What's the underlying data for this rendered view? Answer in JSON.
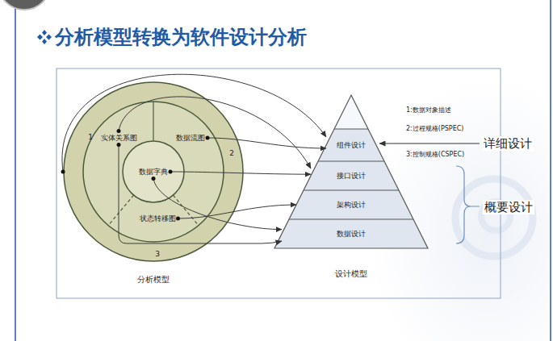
{
  "diagram": {
    "title": "分析模型转换为软件设计分析",
    "nodes": [
      {
        "text": [
          "分析模型"
        ]
      },
      {
        "text": [
          "实体关系图"
        ],
        "in": 0
      },
      {
        "text": [
          "数据流图"
        ],
        "in": 0
      },
      {
        "text": [
          "状态转移图"
        ],
        "in": 0
      },
      {
        "text": [
          "数据字典"
        ],
        "in": 0
      },
      {
        "text": [
          "设计模型"
        ]
      },
      {
        "text": [
          "组件设计"
        ],
        "in": 5
      },
      {
        "text": [
          "接口设计"
        ],
        "in": 5
      },
      {
        "text": [
          "架构设计"
        ],
        "in": 5
      },
      {
        "text": [
          "数据设计"
        ],
        "in": 5
      }
    ],
    "edges": [
      {
        "from": 2,
        "to": 6,
        "arrow": "to"
      },
      {
        "from": 4,
        "to": 7,
        "arrow": "to"
      },
      {
        "from": 3,
        "to": 8,
        "arrow": "to"
      },
      {
        "from": 4,
        "to": 9,
        "arrow": "to"
      },
      {
        "from": 1,
        "to": 9,
        "arrow": "to"
      },
      {
        "from": 0,
        "to": 6,
        "arrow": "to"
      },
      {
        "from": 1,
        "to": 7,
        "arrow": "to"
      }
    ],
    "labels": [
      "1",
      "2",
      "3",
      "1:数据对象描述",
      "2:过程规格(PSPEC)",
      "3:控制规格(CSPEC)",
      "详细设计",
      "概要设计"
    ]
  }
}
